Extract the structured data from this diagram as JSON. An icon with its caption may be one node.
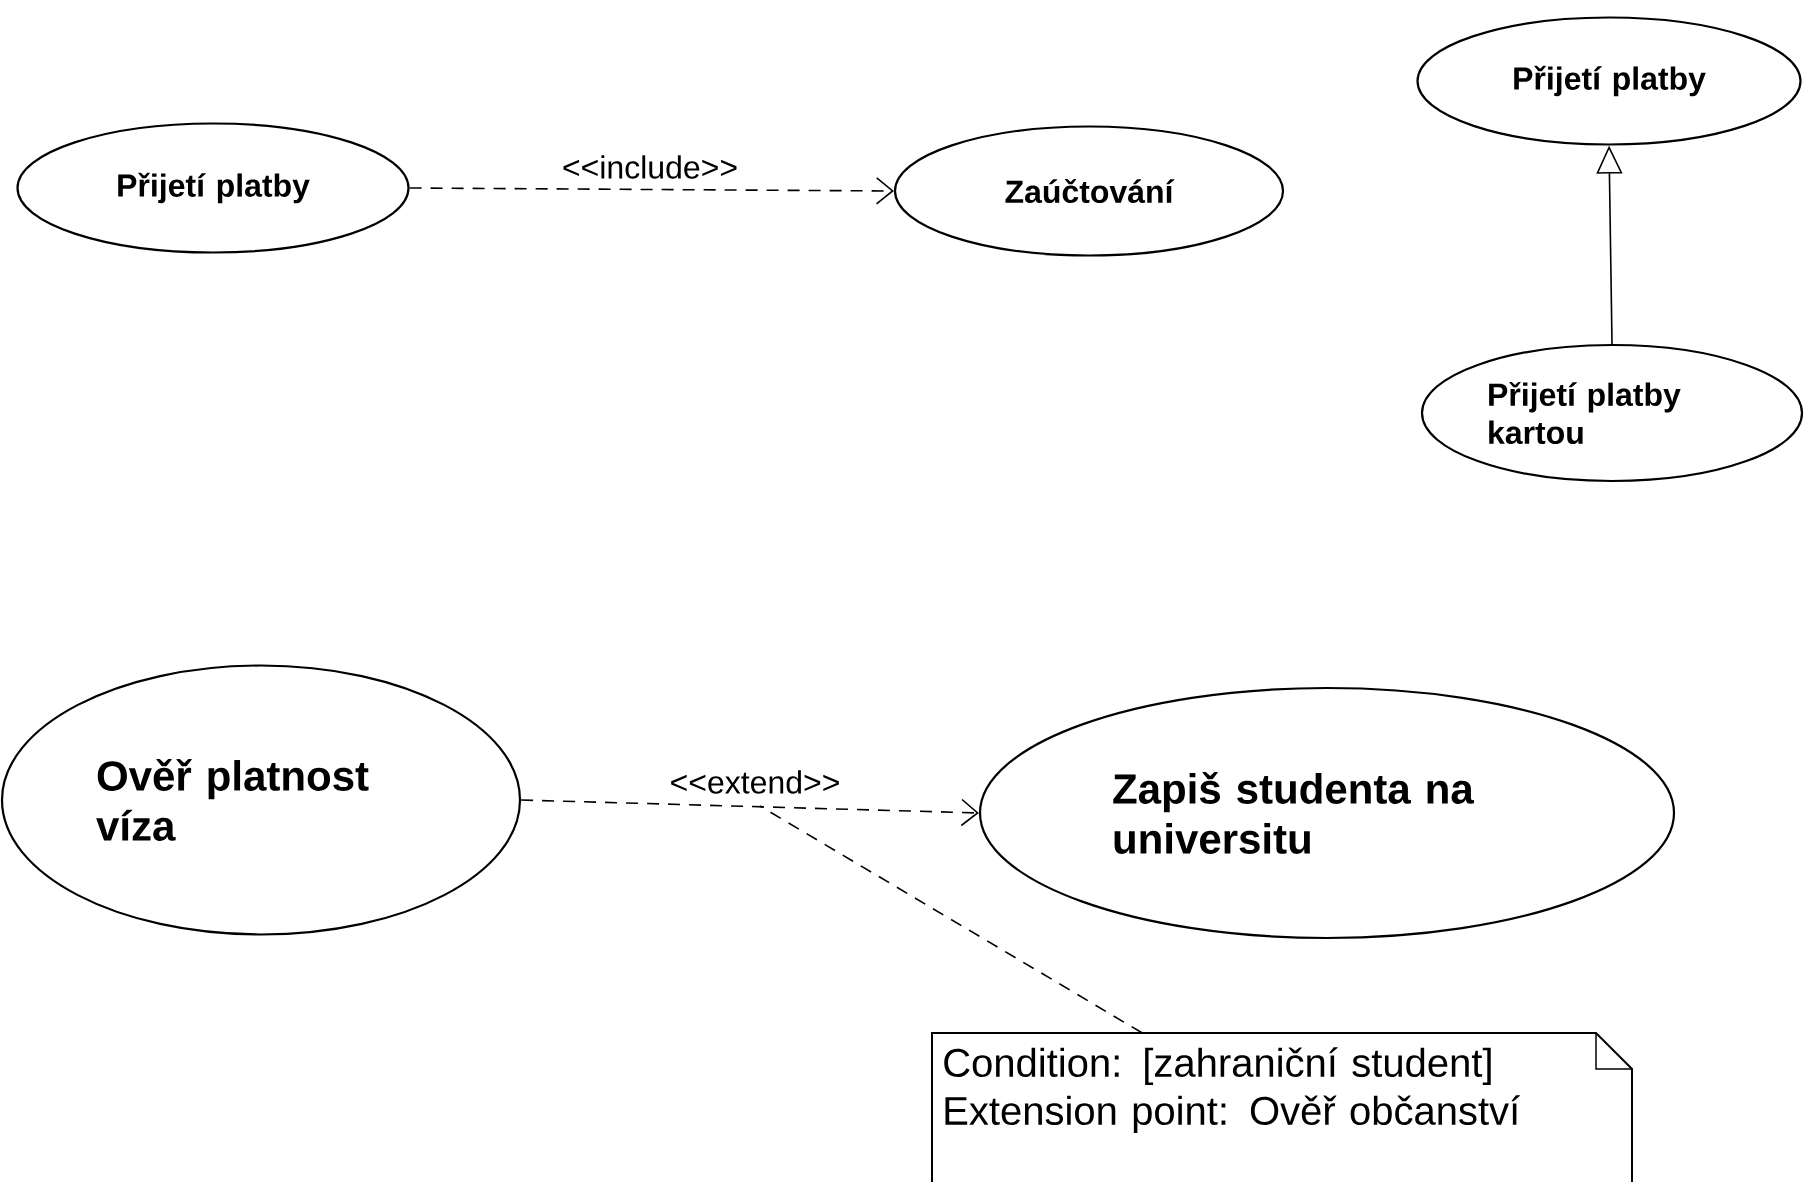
{
  "diagram": {
    "nodes": [
      {
        "text": [
          "Přijetí platby"
        ]
      },
      {
        "text": [
          "Zaúčtování"
        ]
      },
      {
        "text": [
          "Přijetí platby"
        ]
      },
      {
        "text": [
          "Přijetí platby kartou"
        ]
      },
      {
        "text": [
          "Ověř platnost víza"
        ]
      },
      {
        "text": [
          "Zapiš studenta na universitu"
        ]
      },
      {
        "text": [
          "Condition: [zahraniční student] Extension point: Ověř občanství"
        ]
      }
    ],
    "edges": [
      {
        "from": 0,
        "to": 1,
        "arrow": "to",
        "style": "dashed",
        "label": "<<include>>"
      },
      {
        "from": 3,
        "to": 2,
        "arrow": "to"
      },
      {
        "from": 4,
        "to": 5,
        "arrow": "to",
        "style": "dashed",
        "label": "<<extend>>"
      },
      {
        "from": 6,
        "to": null,
        "arrow": "none",
        "style": "dashed"
      }
    ]
  }
}
